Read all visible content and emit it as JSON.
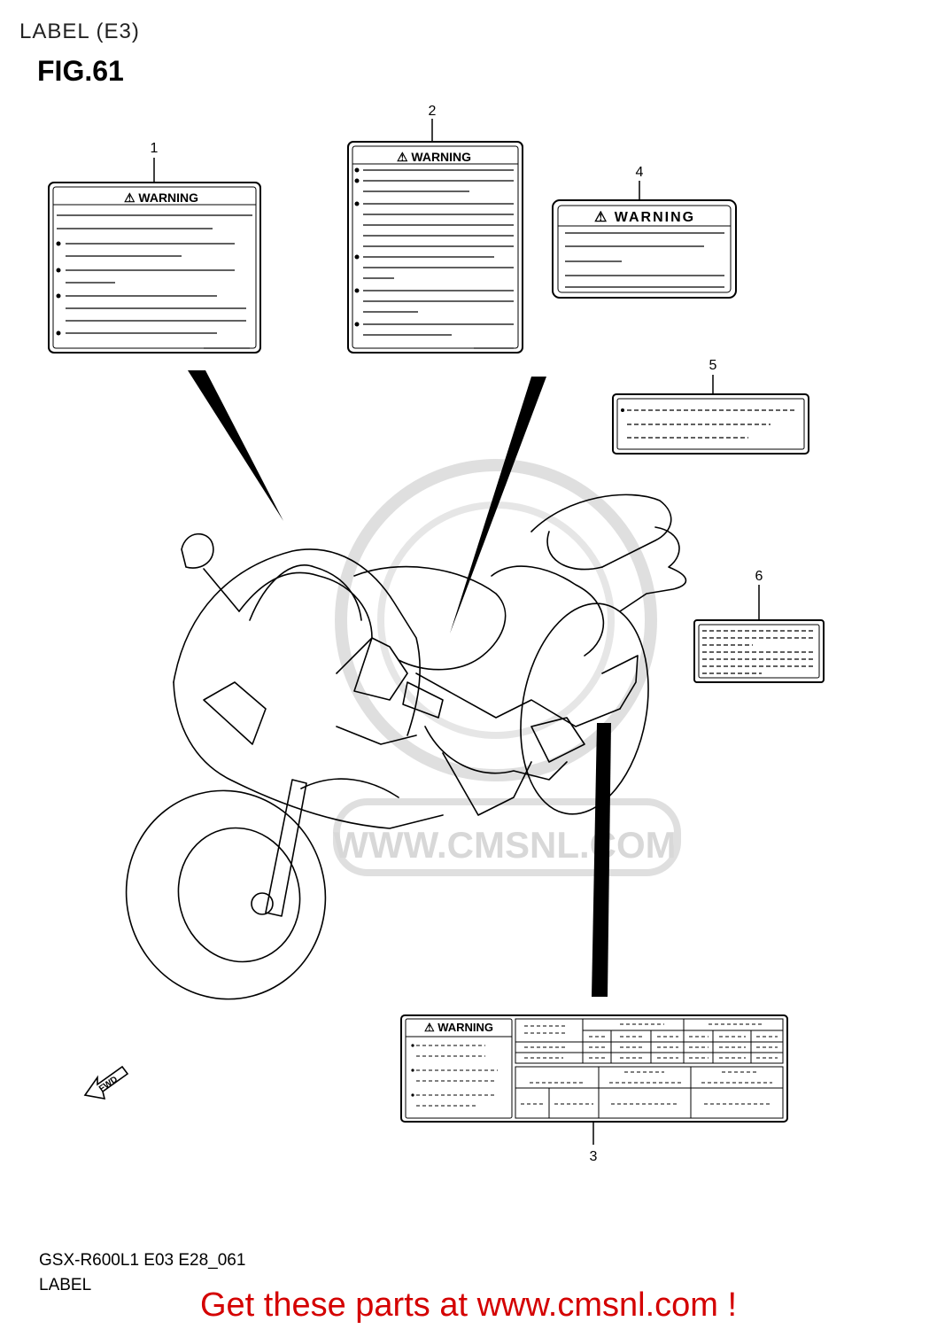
{
  "header": {
    "section_title": "LABEL (E3)",
    "figure": "FIG.61"
  },
  "labels": [
    {
      "ref": "1",
      "heading": "WARNING"
    },
    {
      "ref": "2",
      "heading": "WARNING"
    },
    {
      "ref": "3",
      "heading": "WARNING"
    },
    {
      "ref": "4",
      "heading": "WARNING"
    },
    {
      "ref": "5"
    },
    {
      "ref": "6"
    }
  ],
  "direction_marker": "FWD",
  "watermark": "WWW.CMSNL.COM",
  "footer": {
    "model_code": "GSX-R600L1 E03 E28_061",
    "label": "LABEL"
  },
  "promo": "Get these parts at www.cmsnl.com !",
  "colors": {
    "promo": "#d40000",
    "watermark": "#d8d8d8",
    "ink": "#000000"
  }
}
